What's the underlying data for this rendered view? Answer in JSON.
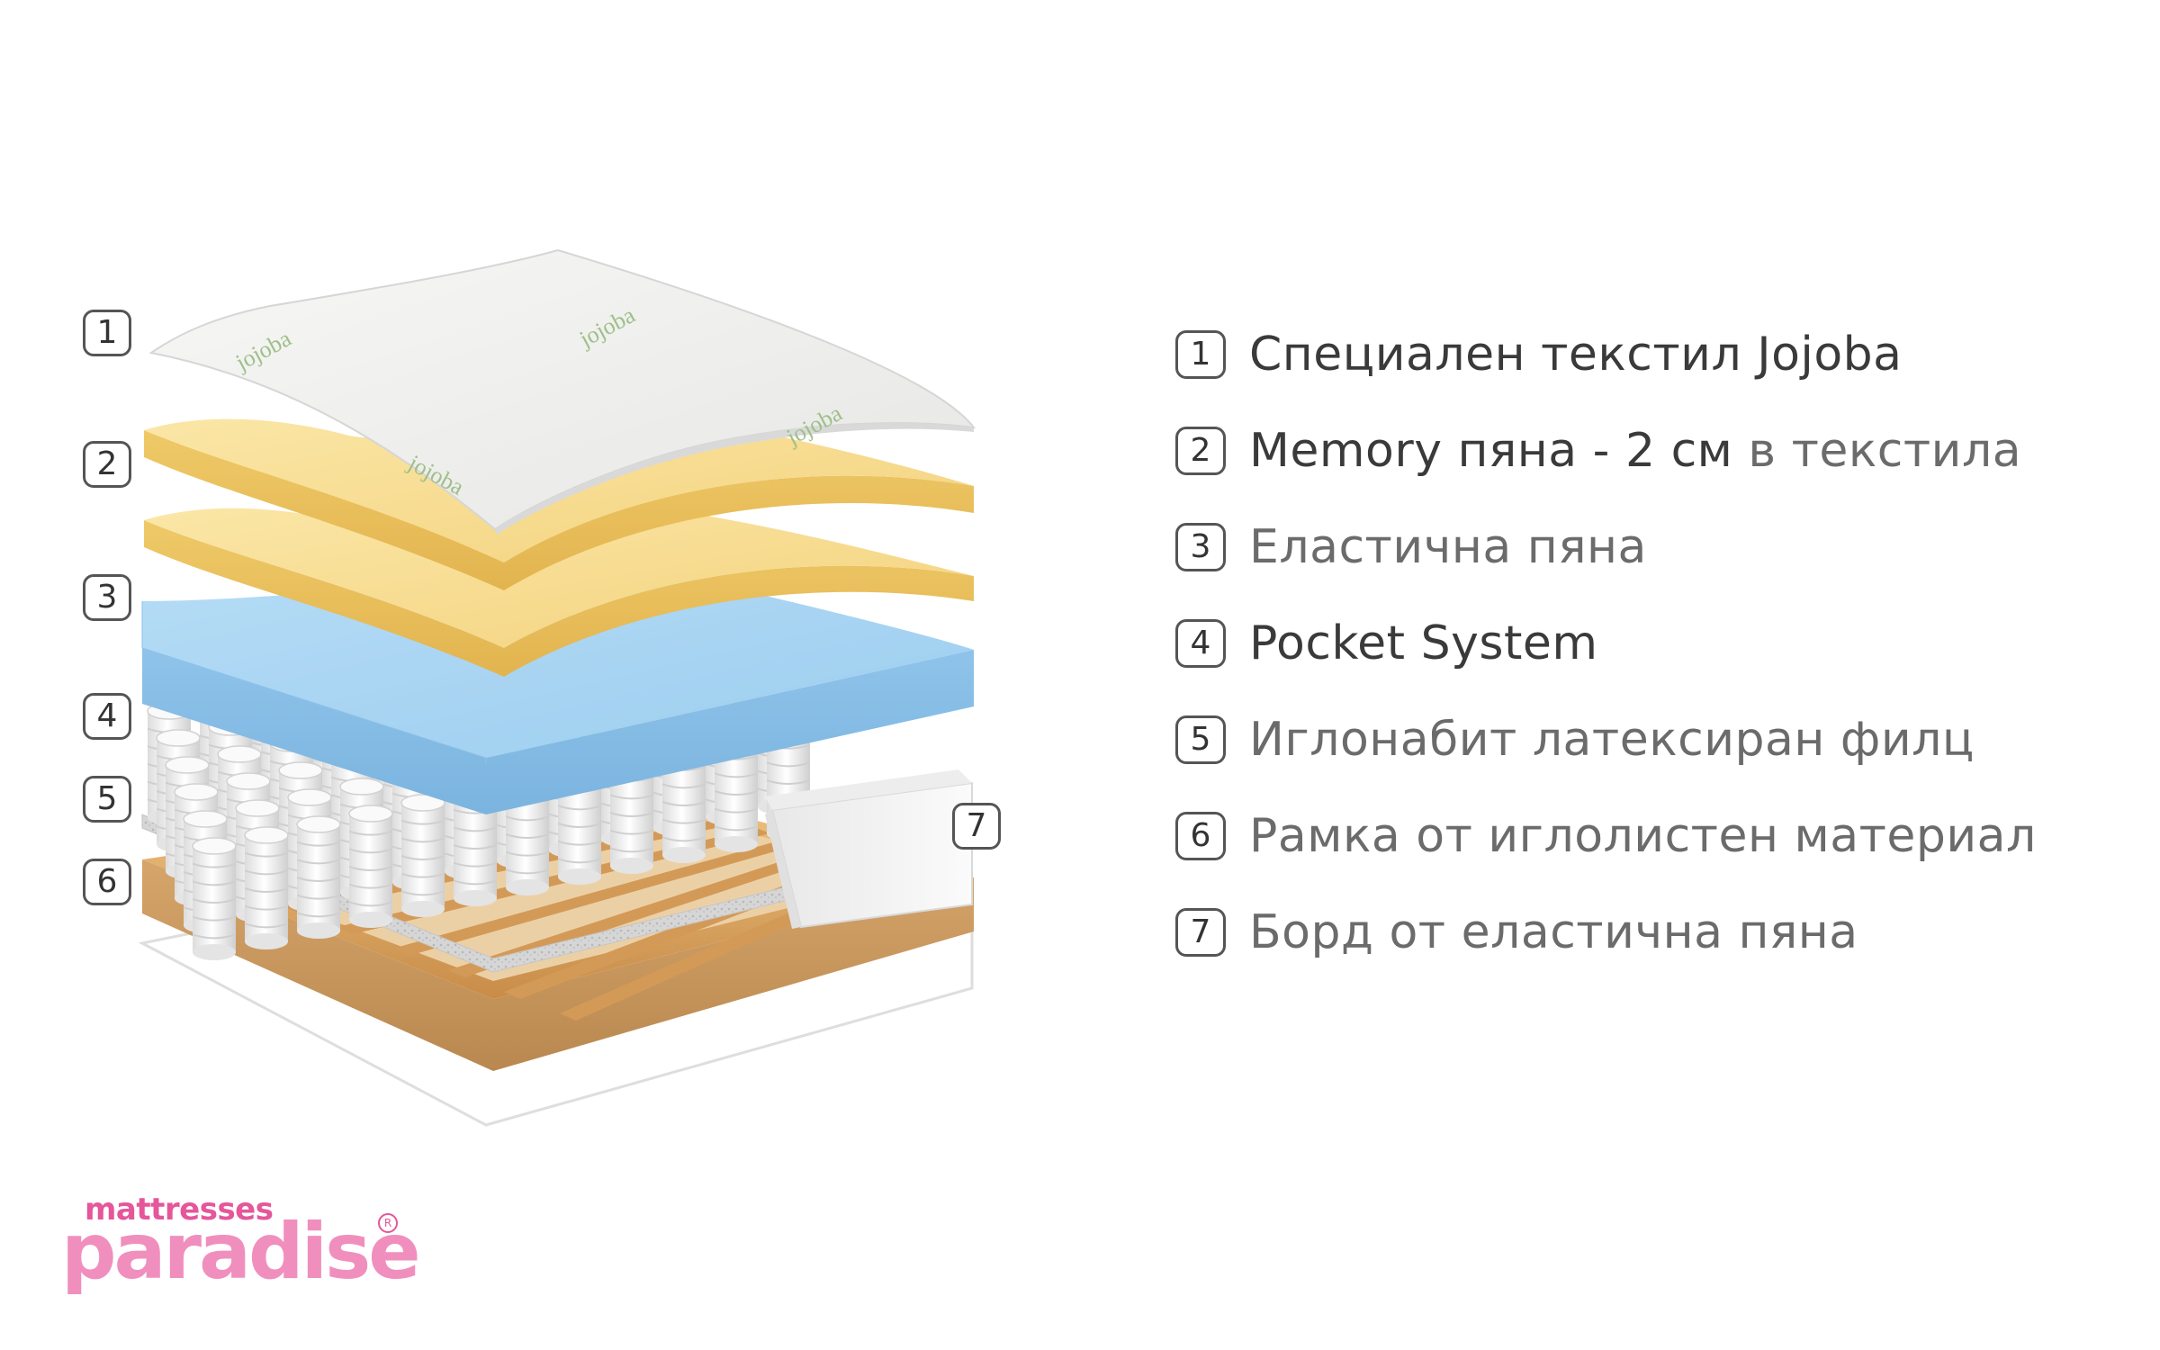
{
  "diagram": {
    "layer_labels": [
      {
        "n": "1"
      },
      {
        "n": "2"
      },
      {
        "n": "3"
      },
      {
        "n": "4"
      },
      {
        "n": "5"
      },
      {
        "n": "6"
      },
      {
        "n": "7"
      }
    ],
    "jojoba_print": "jojoba",
    "colors": {
      "textile": "#f4f4f2",
      "memory_foam": "#f6d88a",
      "elastic_foam": "#f2cf7a",
      "blue_foam": "#a9d4f2",
      "springs": "#f2f2f2",
      "felt": "#d8d8d8",
      "wood": "#e2ad6a",
      "base": "#ffffff",
      "border_foam": "#f7f7f7"
    }
  },
  "legend": {
    "items": [
      {
        "n": "1",
        "text": "Специален текстил Jojoba"
      },
      {
        "n": "2",
        "text": "Memory пяна - 2 см",
        "text_muted": " в текстила"
      },
      {
        "n": "3",
        "text": "Еластична пяна"
      },
      {
        "n": "4",
        "text": "Pocket System"
      },
      {
        "n": "5",
        "text": "Иглонабит латексиран филц"
      },
      {
        "n": "6",
        "text": "Рамка от иглолистен материал"
      },
      {
        "n": "7",
        "text": "Борд от еластична пяна"
      }
    ]
  },
  "logo": {
    "top": "mattresses",
    "main": "paradise",
    "reg": "R"
  }
}
